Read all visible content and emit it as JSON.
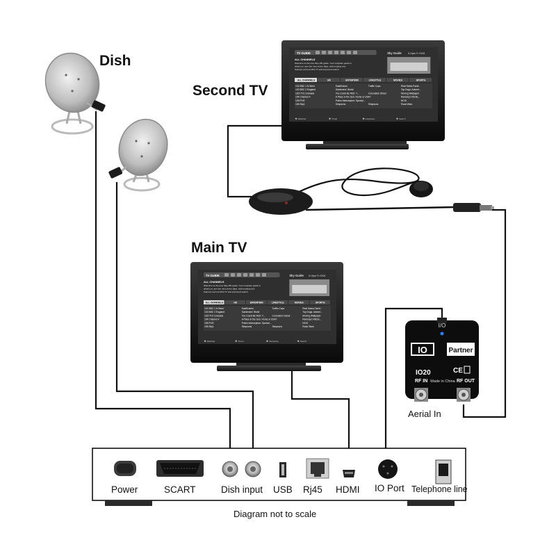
{
  "labels": {
    "dish": "Dish",
    "second_tv": "Second TV",
    "main_tv": "Main TV",
    "aerial_in": "Aerial In",
    "footnote": "Diagram not to scale"
  },
  "ports": {
    "power": "Power",
    "scart": "SCART",
    "dish_input": "Dish input",
    "usb": "USB",
    "rj45": "Rj45",
    "hdmi": "HDMI",
    "io_port": "IO Port",
    "telephone_line": "Telephone line"
  },
  "partner_box": {
    "top_label": "I/O",
    "logo": "IO",
    "brand": "Partner",
    "model": "IO20",
    "rf_in": "RF IN",
    "rf_out": "RF OUT",
    "made_in": "Made in China",
    "ce_mark": "CE"
  },
  "tv_screen": {
    "guide_title": "TV GUIDE",
    "provider": "Sky Guide",
    "time": "8.15pm Fr 03/04",
    "heading": "ALL CHANNELS",
    "intro": [
      "Welcome to the new Sky+HD guide. Your complete guide to",
      "what's on over the next seven days, with exciting new",
      "features such as Mini TV and improved search."
    ],
    "tabs": [
      "ALL CHANNELS",
      "HD",
      "ENTERTAIN",
      "LIFESTYLE",
      "MOVIES",
      "SPORTS"
    ],
    "channels": [
      "101  BBC 1 N West",
      "102  BBC 2 England",
      "103  ITV1 Granada",
      "104  Channel 4",
      "105  FIVE",
      "106  Sky1"
    ],
    "col2": [
      "EastEnders",
      "Gardeners' World",
      "You Could Be Rich: T...",
      "A Place in the Sun: Home or USA?",
      "Police Interceptors: Special...",
      "Simpsons"
    ],
    "col3": [
      "Traffic Cops",
      "",
      "Coronation Street",
      "",
      "",
      "Simpsons"
    ],
    "col4": [
      "Real Swiss Famil...",
      "Top Dogs: Advent...",
      "Moving Wallpaper",
      "Ramsay's Kitche...",
      "NCIS",
      "Road Wars"
    ],
    "footer": [
      "Watched",
      "Timed",
      "Interactive",
      "Search"
    ]
  },
  "colors": {
    "cable": "#111111",
    "tv_bezel": "#1a1a1a",
    "screen_bg": "#2b2b2b",
    "box_body": "#0d0d0d",
    "led": "#2a7fff"
  }
}
